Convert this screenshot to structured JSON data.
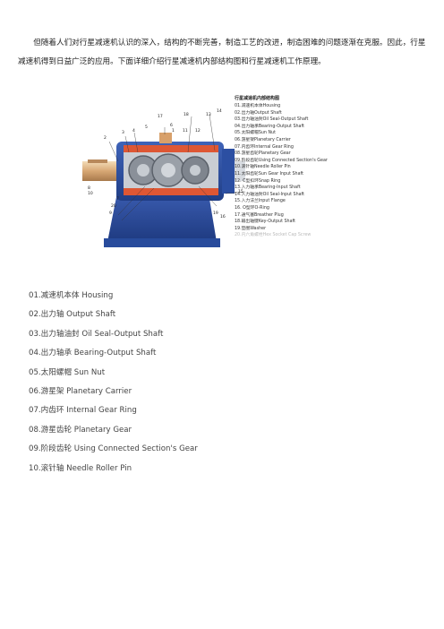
{
  "intro": "但随着人们对行星减速机认识的深入，结构的不断完善，制造工艺的改进，制造困难的问题逐渐在克服。因此，行星减速机得到日益广泛的应用。下面详细介绍行星减速机内部结构图和行星减速机工作原理。",
  "diagram": {
    "title": "行星减速机内部结构图",
    "callout_numbers": [
      "2",
      "3",
      "4",
      "5",
      "17",
      "6",
      "18",
      "13",
      "14",
      "1",
      "11",
      "12",
      "8",
      "10",
      "7",
      "20",
      "9",
      "19",
      "15",
      "16"
    ],
    "legend": [
      "01.减速机本体Housing",
      "02.出力轴Output Shaft",
      "03.出力轴油封Oil Seal-Output Shaft",
      "04.出力轴承Bearing-Output Shaft",
      "05.太阳螺帽Sun Nut",
      "06.游星架Planetary Carrier",
      "07.内齿环Internal Gear Ring",
      "08.游星齿轮Planetary Gear",
      "09.阶段齿轮Using Connected Section's Gear",
      "10.滚针轴Needle Roller Pin",
      "11.太阳齿轮Sun Gear Input Shaft",
      "12. C型扣环Snap Ring",
      "13.入力轴承Bearing-Input Shaft",
      "14.入力轴油封Oil Seal-Input Shaft",
      "15.入力法兰Input Flange",
      "16. O型环O-Ring",
      "17.通气塞Breather Plug",
      "18.输出轴键Key-Output Shaft",
      "19.垫圈Washer",
      "20.内六角螺栓Hex Socket Cap Screw"
    ]
  },
  "parts": [
    "01.减速机本体 Housing",
    "02.出力轴 Output Shaft",
    "03.出力轴油封 Oil Seal-Output Shaft",
    "04.出力轴承 Bearing-Output Shaft",
    "05.太阳螺帽 Sun Nut",
    "06.游星架 Planetary Carrier",
    "07.内齿环 Internal Gear Ring",
    "08.游星齿轮 Planetary Gear",
    "09.阶段齿轮 Using Connected Section's Gear",
    "10.滚针轴 Needle Roller Pin"
  ]
}
